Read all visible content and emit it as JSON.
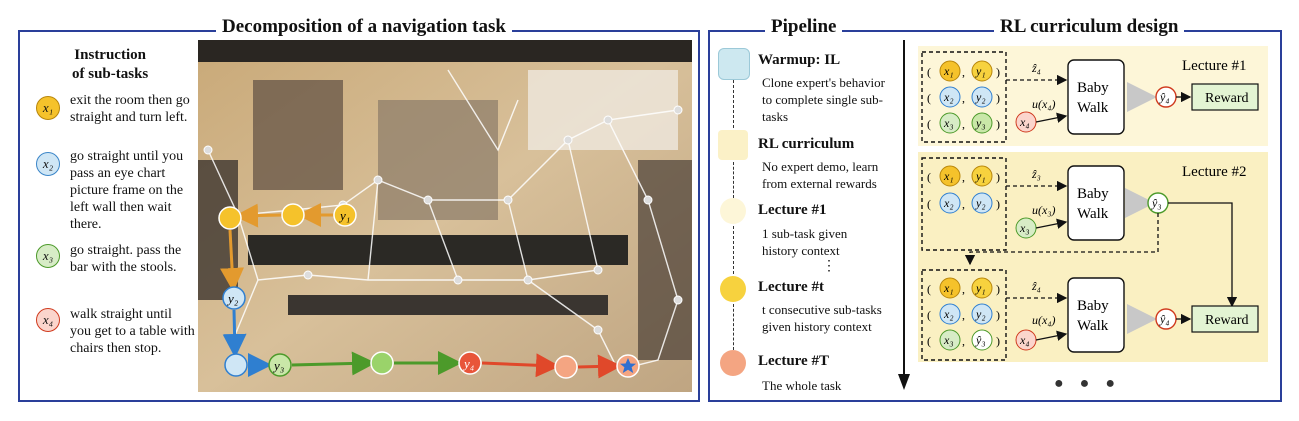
{
  "left_panel": {
    "title": "Decomposition of a navigation task",
    "instruction_heading_1": "Instruction",
    "instruction_heading_2": "of sub-tasks",
    "subtasks": [
      {
        "label": "x₁",
        "color": "#f5c22b",
        "text": "exit the room then go straight and turn left."
      },
      {
        "label": "x₂",
        "color": "#5aa7e0",
        "text": "go straight until you pass an eye chart picture frame on the left wall then wait there."
      },
      {
        "label": "x₃",
        "color": "#6ab04c",
        "text": "go straight. pass the bar with the stools."
      },
      {
        "label": "x₄",
        "color": "#e8553a",
        "text": "walk straight until you get to a table with chairs then stop."
      }
    ],
    "map_labels": {
      "y1": "y₁",
      "y2": "y₂",
      "y3": "y₃",
      "y4": "y₄"
    }
  },
  "pipeline": {
    "title": "Pipeline",
    "stages": [
      {
        "name": "Warmup: IL",
        "desc": "Clone expert's behavior to complete single sub-tasks",
        "color": "#cde8f0"
      },
      {
        "name": "RL curriculum",
        "desc": "No expert demo, learn from external rewards",
        "color": "#fbf1c7"
      },
      {
        "name": "Lecture #1",
        "desc": "1 sub-task given history context",
        "color": "#fdf6d8"
      },
      {
        "name": "Lecture #t",
        "desc": "t consecutive sub-tasks given history context",
        "color": "#f7d23e"
      },
      {
        "name": "Lecture #T",
        "desc": "The whole task",
        "color": "#f4a582"
      }
    ],
    "ellipsis": "⋮"
  },
  "curriculum": {
    "title": "RL curriculum design",
    "lecture1": "Lecture #1",
    "lecture2": "Lecture #2",
    "baby_walk_1": "Baby",
    "baby_walk_2": "Walk",
    "reward": "Reward",
    "z4": "ẑ₄",
    "z3": "ẑ₃",
    "u4": "u(x₄)",
    "u3": "u(x₃)",
    "y4hat": "ŷ₄",
    "y3hat": "ŷ₃",
    "dots": "● ● ●"
  }
}
